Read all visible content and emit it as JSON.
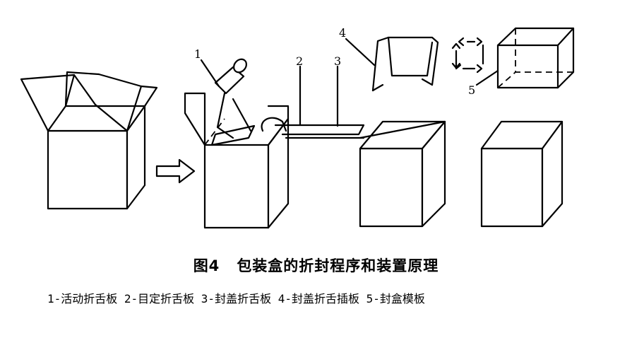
{
  "figure": {
    "number": "图4",
    "title": "包装盒的折封程序和装置原理",
    "legend": "1-活动折舌板 2-目定折舌板 3-封盖折舌板 4-封盖折舌插板 5-封盒模板",
    "callouts": [
      "1",
      "2",
      "3",
      "4",
      "5"
    ]
  }
}
